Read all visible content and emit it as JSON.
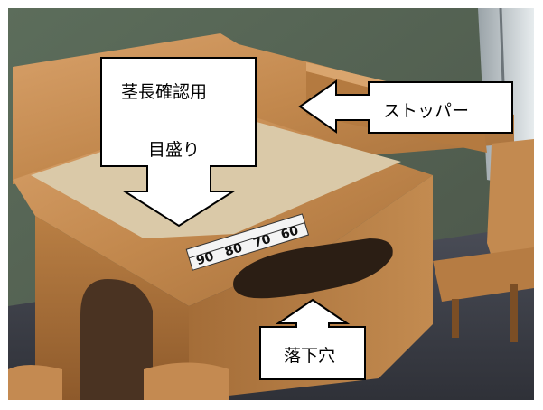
{
  "annotations": {
    "gauge_callout": {
      "line1": "茎長確認用",
      "line2": "目盛り"
    },
    "stopper_callout": "ストッパー",
    "drop_hole_callout": "落下穴"
  },
  "scale_strip": {
    "numbers": [
      "90",
      "80",
      "70",
      "60"
    ]
  },
  "colors": {
    "wood": "#c98f52",
    "wood_dark": "#8d5a2b",
    "board": "#d8c6a6",
    "wall": "#5f6b57",
    "floor": "#3b3e46"
  }
}
